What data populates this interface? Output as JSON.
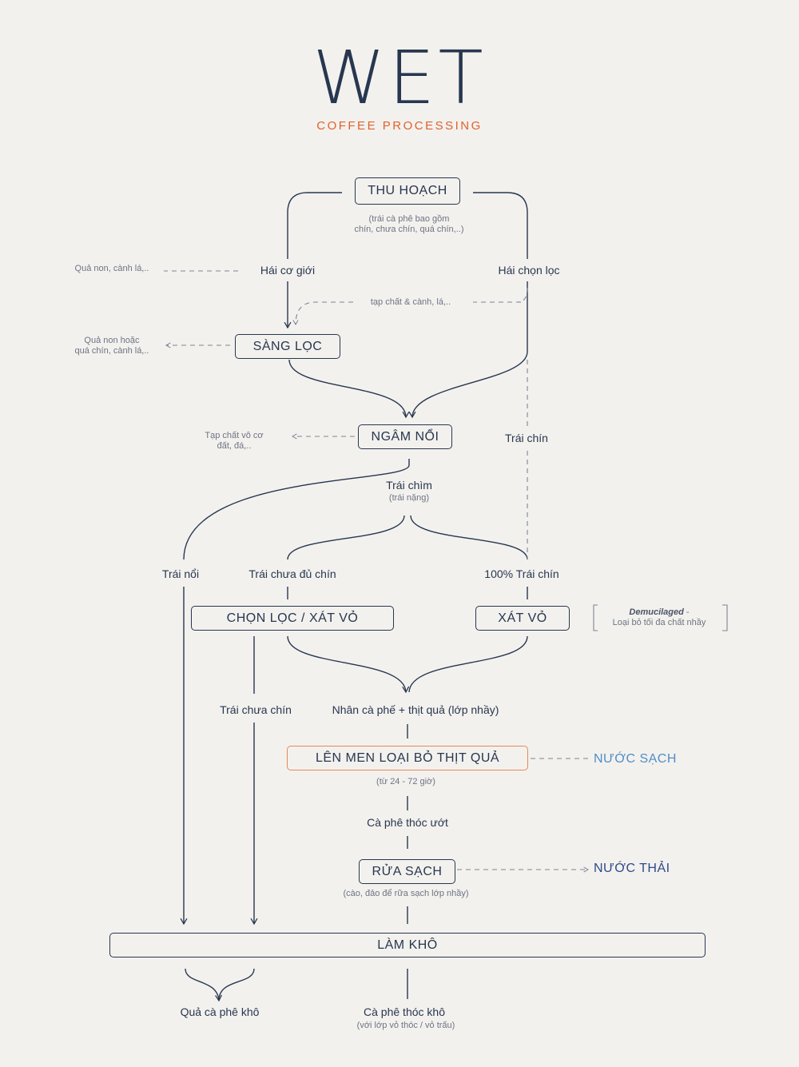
{
  "header": {
    "title": "WET",
    "subtitle": "COFFEE PROCESSING"
  },
  "colors": {
    "navy": "#27374f",
    "accent_orange": "#e0622c",
    "clean_water_blue": "#4f8fc6",
    "waste_water_blue": "#2e4a8c"
  },
  "nodes": {
    "harvest": "THU HOẠCH",
    "harvest_note": "(trái cà phê bao gồm\nchín, chưa chín, quá chín,..)",
    "machine_pick": "Hái cơ giới",
    "selective_pick": "Hái chọn lọc",
    "machine_pick_waste": "Quả non, cành lá,..",
    "impurities": "tạp chất & cành, lá,..",
    "sorting": "SÀNG LỌC",
    "sorting_waste": "Quả non hoặc\nquá chín, cành lá,..",
    "soaking": "NGÂM NỔI",
    "soaking_waste": "Tạp chất vô cơ\nđất, đá,..",
    "ripe_fruit": "Trái chín",
    "sunk_fruit": "Trái chìm",
    "sunk_fruit_note": "(trái nặng)",
    "floating_fruit": "Trái nổi",
    "underripe_fruit": "Trái  chưa đủ chín",
    "fully_ripe": "100% Trái chín",
    "select_pulp": "CHỌN LỌC / XÁT VỎ",
    "pulping": "XÁT VỎ",
    "demucilaged_title": "Demucilaged",
    "demucilaged_dash": " -",
    "demucilaged_note": "Loại bỏ tối đa chất nhầy",
    "unripe_fruit": "Trái chưa chín",
    "bean_with_mucilage": "Nhân cà phế + thịt quả (lớp nhầy)",
    "fermentation": "LÊN MEN LOẠI BỎ THỊT QUẢ",
    "fermentation_note": "(từ 24 - 72 giờ)",
    "clean_water": "NƯỚC SẠCH",
    "wet_parchment": "Cà phê thóc ướt",
    "washing": "RỬA SẠCH",
    "washing_note": "(cào, đảo để rữa sạch lớp nhầy)",
    "waste_water": "NƯỚC THẢI",
    "drying": "LÀM KHÔ",
    "dried_cherry": "Quả cà phê khô",
    "dry_parchment": "Cà phê thóc khô",
    "dry_parchment_note": "(với lớp vỏ thóc / vỏ trấu)"
  }
}
